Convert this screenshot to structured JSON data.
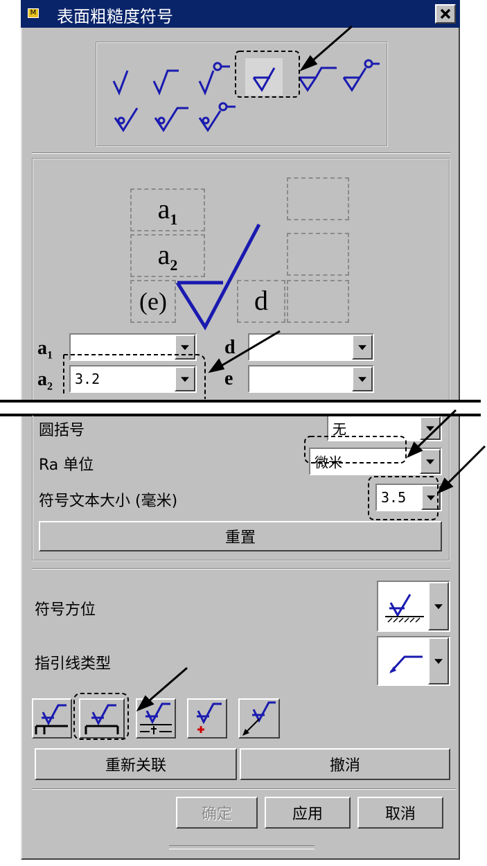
{
  "window": {
    "title": "表面粗糙度符号",
    "close_icon": "close-icon",
    "title_icon": "app-icon"
  },
  "symbol_palette": [
    "basic-check-icon",
    "extended-check-icon",
    "circled-check-icon",
    "removal-required-icon",
    "removal-required-extended-icon",
    "removal-required-circled-icon",
    "removal-prohibited-icon",
    "removal-prohibited-extended-icon",
    "removal-prohibited-circled-icon"
  ],
  "preview": {
    "a1": "a",
    "a1_sub": "1",
    "a2": "a",
    "a2_sub": "2",
    "e": "(e)",
    "d": "d"
  },
  "fields": {
    "a1_label": "a",
    "a1_sub": "1",
    "a1_value": "",
    "a2_label": "a",
    "a2_sub": "2",
    "a2_value": "3.2",
    "d_label": "d",
    "d_value": "",
    "e_label": "e",
    "e_value": ""
  },
  "parentheses": {
    "label": "圆括号",
    "value": "无"
  },
  "ra_unit": {
    "label": "Ra 单位",
    "value": "微米"
  },
  "text_size": {
    "label": "符号文本大小 (毫米)",
    "value": "3.5"
  },
  "reset_label": "重置",
  "orientation": {
    "label": "符号方位"
  },
  "leader_type": {
    "label": "指引线类型"
  },
  "placement_icons": [
    "on-edge-icon",
    "on-extension-icon",
    "on-dimension-icon",
    "on-point-icon",
    "with-leader-icon"
  ],
  "reassociate_label": "重新关联",
  "undo_label": "撤消",
  "ok_label": "确定",
  "apply_label": "应用",
  "cancel_label": "取消",
  "colors": {
    "title_bar": "#0a246a",
    "symbol_blue": "#1a1ab0",
    "panel": "#c0c0c0"
  }
}
